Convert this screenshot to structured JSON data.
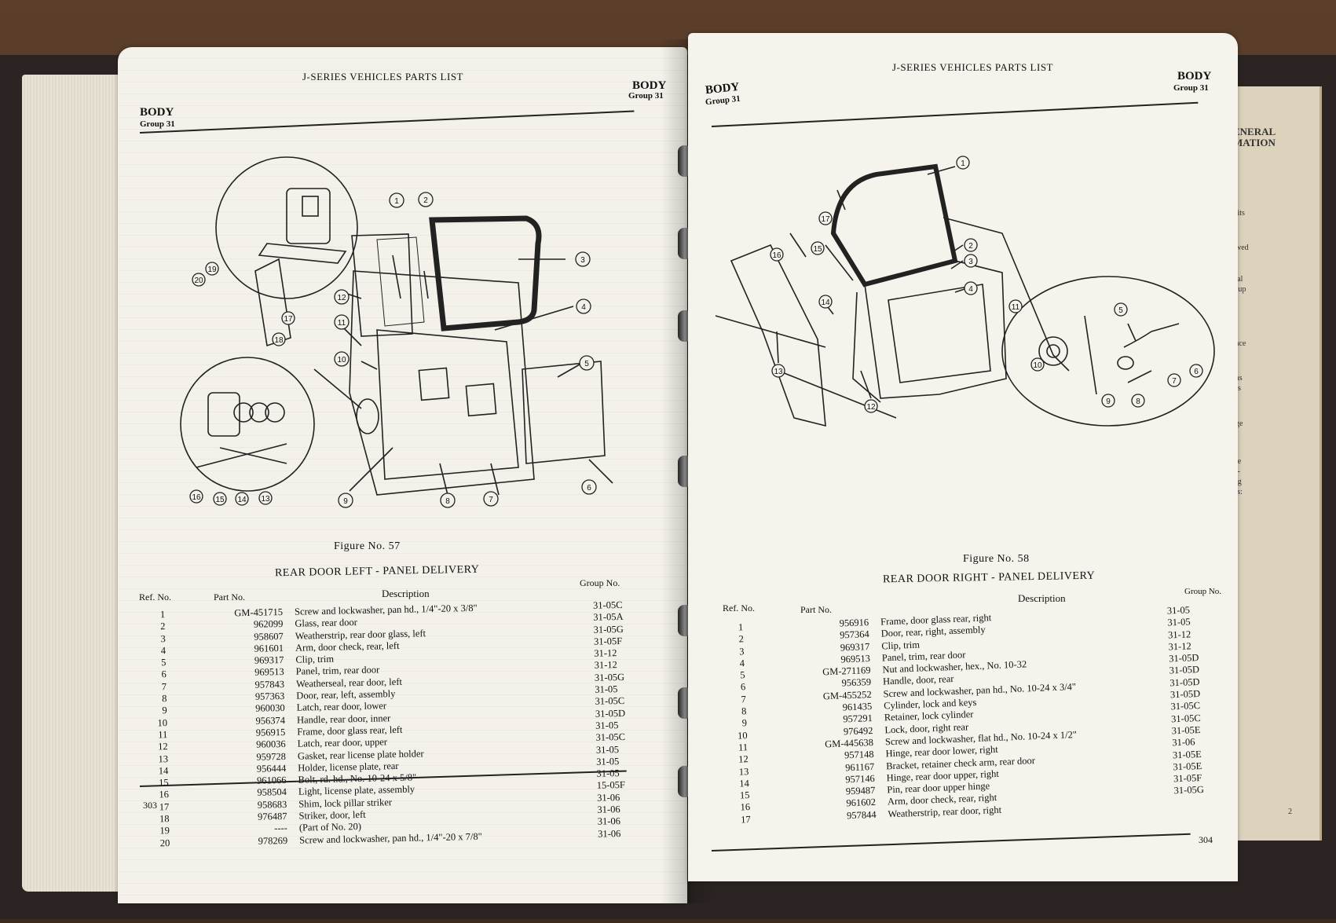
{
  "left_page": {
    "section": "BODY",
    "group": "Group 31",
    "header_title": "J-SERIES VEHICLES PARTS LIST",
    "section_right": "BODY",
    "group_right": "Group 31",
    "figure_caption": "Figure No.  57",
    "figure_title": "REAR DOOR LEFT - PANEL DELIVERY",
    "col_ref": "Ref.  No.",
    "col_part": "Part No.",
    "col_desc": "Description",
    "col_group": "Group No.",
    "page_number": "303",
    "callouts": [
      "1",
      "2",
      "3",
      "4",
      "5",
      "6",
      "7",
      "8",
      "9",
      "10",
      "11",
      "12",
      "13",
      "14",
      "15",
      "16",
      "17",
      "18",
      "19",
      "20"
    ],
    "parts": [
      {
        "ref": "1",
        "part": "GM-451715",
        "desc": "Screw and lockwasher, pan hd., 1/4\"-20 x 3/8\"",
        "group": "31-05C"
      },
      {
        "ref": "2",
        "part": "962099",
        "desc": "Glass, rear door",
        "group": "31-05A"
      },
      {
        "ref": "3",
        "part": "958607",
        "desc": "Weatherstrip, rear door glass,  left",
        "group": "31-05G"
      },
      {
        "ref": "4",
        "part": "961601",
        "desc": "Arm, door check, rear, left",
        "group": "31-05F"
      },
      {
        "ref": "5",
        "part": "969317",
        "desc": "Clip, trim",
        "group": "31-12"
      },
      {
        "ref": "6",
        "part": "969513",
        "desc": "Panel, trim, rear door",
        "group": "31-12"
      },
      {
        "ref": "7",
        "part": "957843",
        "desc": "Weatherseal, rear door, left",
        "group": "31-05G"
      },
      {
        "ref": "8",
        "part": "957363",
        "desc": "Door, rear, left, assembly",
        "group": "31-05"
      },
      {
        "ref": "9",
        "part": "960030",
        "desc": "Latch, rear door, lower",
        "group": "31-05C"
      },
      {
        "ref": "10",
        "part": "956374",
        "desc": "Handle, rear door, inner",
        "group": "31-05D"
      },
      {
        "ref": "11",
        "part": "956915",
        "desc": "Frame, door glass rear, left",
        "group": "31-05"
      },
      {
        "ref": "12",
        "part": "960036",
        "desc": "Latch, rear door, upper",
        "group": "31-05C"
      },
      {
        "ref": "13",
        "part": "959728",
        "desc": "Gasket, rear license plate holder",
        "group": "31-05"
      },
      {
        "ref": "14",
        "part": "956444",
        "desc": "Holder, license plate, rear",
        "group": "31-05"
      },
      {
        "ref": "15",
        "part": "961066",
        "desc": "Bolt, rd. hd., No. 10-24 x 5/8\"",
        "group": "31-05"
      },
      {
        "ref": "16",
        "part": "958504",
        "desc": "Light, license plate, assembly",
        "group": "15-05F"
      },
      {
        "ref": "17",
        "part": "958683",
        "desc": "Shim, lock pillar striker",
        "group": "31-06"
      },
      {
        "ref": "18",
        "part": "976487",
        "desc": "Striker, door, left",
        "group": "31-06"
      },
      {
        "ref": "19",
        "part": "----",
        "desc": "(Part of No. 20)",
        "group": "31-06"
      },
      {
        "ref": "20",
        "part": "978269",
        "desc": "Screw and lockwasher, pan hd., 1/4\"-20 x 7/8\"",
        "group": "31-06"
      }
    ]
  },
  "right_page": {
    "section": "BODY",
    "group": "Group 31",
    "header_title": "J-SERIES VEHICLES PARTS LIST",
    "section_right": "BODY",
    "group_right": "Group 31",
    "figure_caption": "Figure No.  58",
    "figure_title": "REAR DOOR RIGHT - PANEL DELIVERY",
    "col_ref": "Ref.  No.",
    "col_part": "Part No.",
    "col_desc": "Description",
    "col_group": "Group No.",
    "page_number": "304",
    "callouts": [
      "1",
      "2",
      "3",
      "4",
      "5",
      "6",
      "7",
      "8",
      "9",
      "10",
      "11",
      "12",
      "13",
      "14",
      "15",
      "16",
      "17"
    ],
    "parts": [
      {
        "ref": "1",
        "part": "956916",
        "desc": "Frame, door glass rear, right",
        "group": "31-05"
      },
      {
        "ref": "2",
        "part": "957364",
        "desc": "Door, rear, right, assembly",
        "group": "31-05"
      },
      {
        "ref": "3",
        "part": "969317",
        "desc": "Clip, trim",
        "group": "31-12"
      },
      {
        "ref": "4",
        "part": "969513",
        "desc": "Panel, trim, rear door",
        "group": "31-12"
      },
      {
        "ref": "5",
        "part": "GM-271169",
        "desc": "Nut and lockwasher, hex., No. 10-32",
        "group": "31-05D"
      },
      {
        "ref": "6",
        "part": "956359",
        "desc": "Handle, door, rear",
        "group": "31-05D"
      },
      {
        "ref": "7",
        "part": "GM-455252",
        "desc": "Screw and lockwasher, pan hd., No. 10-24 x 3/4\"",
        "group": "31-05D"
      },
      {
        "ref": "8",
        "part": "961435",
        "desc": "Cylinder, lock and keys",
        "group": "31-05D"
      },
      {
        "ref": "9",
        "part": "957291",
        "desc": "Retainer, lock cylinder",
        "group": "31-05C"
      },
      {
        "ref": "10",
        "part": "976492",
        "desc": "Lock, door, right rear",
        "group": "31-05C"
      },
      {
        "ref": "11",
        "part": "GM-445638",
        "desc": "Screw and lockwasher, flat hd., No. 10-24 x 1/2\"",
        "group": "31-05E"
      },
      {
        "ref": "12",
        "part": "957148",
        "desc": "Hinge, rear door lower, right",
        "group": "31-06"
      },
      {
        "ref": "13",
        "part": "961167",
        "desc": "Bracket, retainer check arm, rear door",
        "group": "31-05E"
      },
      {
        "ref": "14",
        "part": "957146",
        "desc": "Hinge, rear door upper, right",
        "group": "31-05E"
      },
      {
        "ref": "15",
        "part": "959487",
        "desc": "Pin, rear door upper hinge",
        "group": "31-05F"
      },
      {
        "ref": "16",
        "part": "961602",
        "desc": "Arm, door check, rear, right",
        "group": "31-05G"
      },
      {
        "ref": "17",
        "part": "957844",
        "desc": "Weatherstrip, rear door, right",
        "group": ""
      }
    ]
  },
  "back_page": {
    "header_fragment_1": "ENERAL",
    "header_fragment_2": "MATION",
    "snippets": [
      "d its",
      "owed",
      "ical",
      "roup",
      "ance",
      "l as",
      "l is",
      "nge",
      "ine",
      "er-",
      "ing",
      "ws:",
      "2"
    ]
  },
  "colors": {
    "paper": "#f4f1ea",
    "ink": "#111111",
    "binder": "#2b2422",
    "table": "#4a3324"
  }
}
